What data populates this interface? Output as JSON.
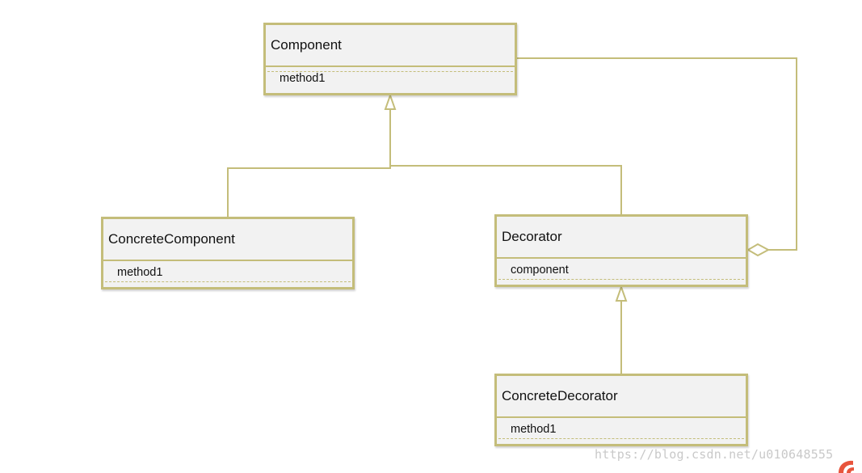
{
  "colors": {
    "line": "#c4bd7a",
    "fill": "#f2f2f2",
    "text": "#111111",
    "watermark": "#c9c9c9",
    "logo": "#e8543c"
  },
  "classes": {
    "component": {
      "name": "Component",
      "member": "method1"
    },
    "concrete_component": {
      "name": "ConcreteComponent",
      "member": "method1"
    },
    "decorator": {
      "name": "Decorator",
      "member": "component"
    },
    "concrete_decorator": {
      "name": "ConcreteDecorator",
      "member": "method1"
    }
  },
  "relations": [
    {
      "type": "generalization",
      "from": "ConcreteComponent",
      "to": "Component"
    },
    {
      "type": "generalization",
      "from": "Decorator",
      "to": "Component"
    },
    {
      "type": "aggregation",
      "from": "Decorator",
      "to": "Component"
    },
    {
      "type": "generalization",
      "from": "ConcreteDecorator",
      "to": "Decorator"
    }
  ],
  "watermark": {
    "text": "https://blog.csdn.net/u010648555",
    "logo_icon": "csdn-logo-icon"
  }
}
